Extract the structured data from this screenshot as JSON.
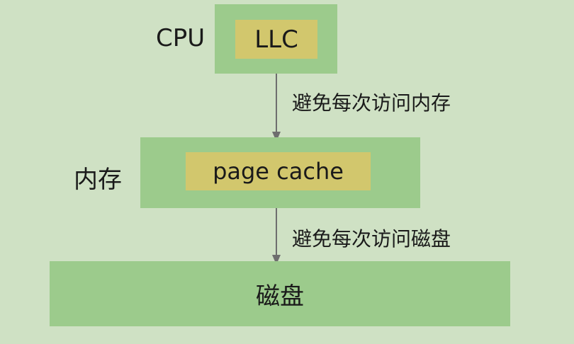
{
  "diagram": {
    "cpu_label": "CPU",
    "llc_label": "LLC",
    "arrow1_label": "避免每次访问内存",
    "memory_label": "内存",
    "page_cache_label": "page cache",
    "arrow2_label": "避免每次访问磁盘",
    "disk_label": "磁盘"
  },
  "colors": {
    "background": "#cfe1c4",
    "box_green": "#9ccb8c",
    "cache_yellow": "#d2c76d",
    "arrow": "#6e6e6e"
  }
}
